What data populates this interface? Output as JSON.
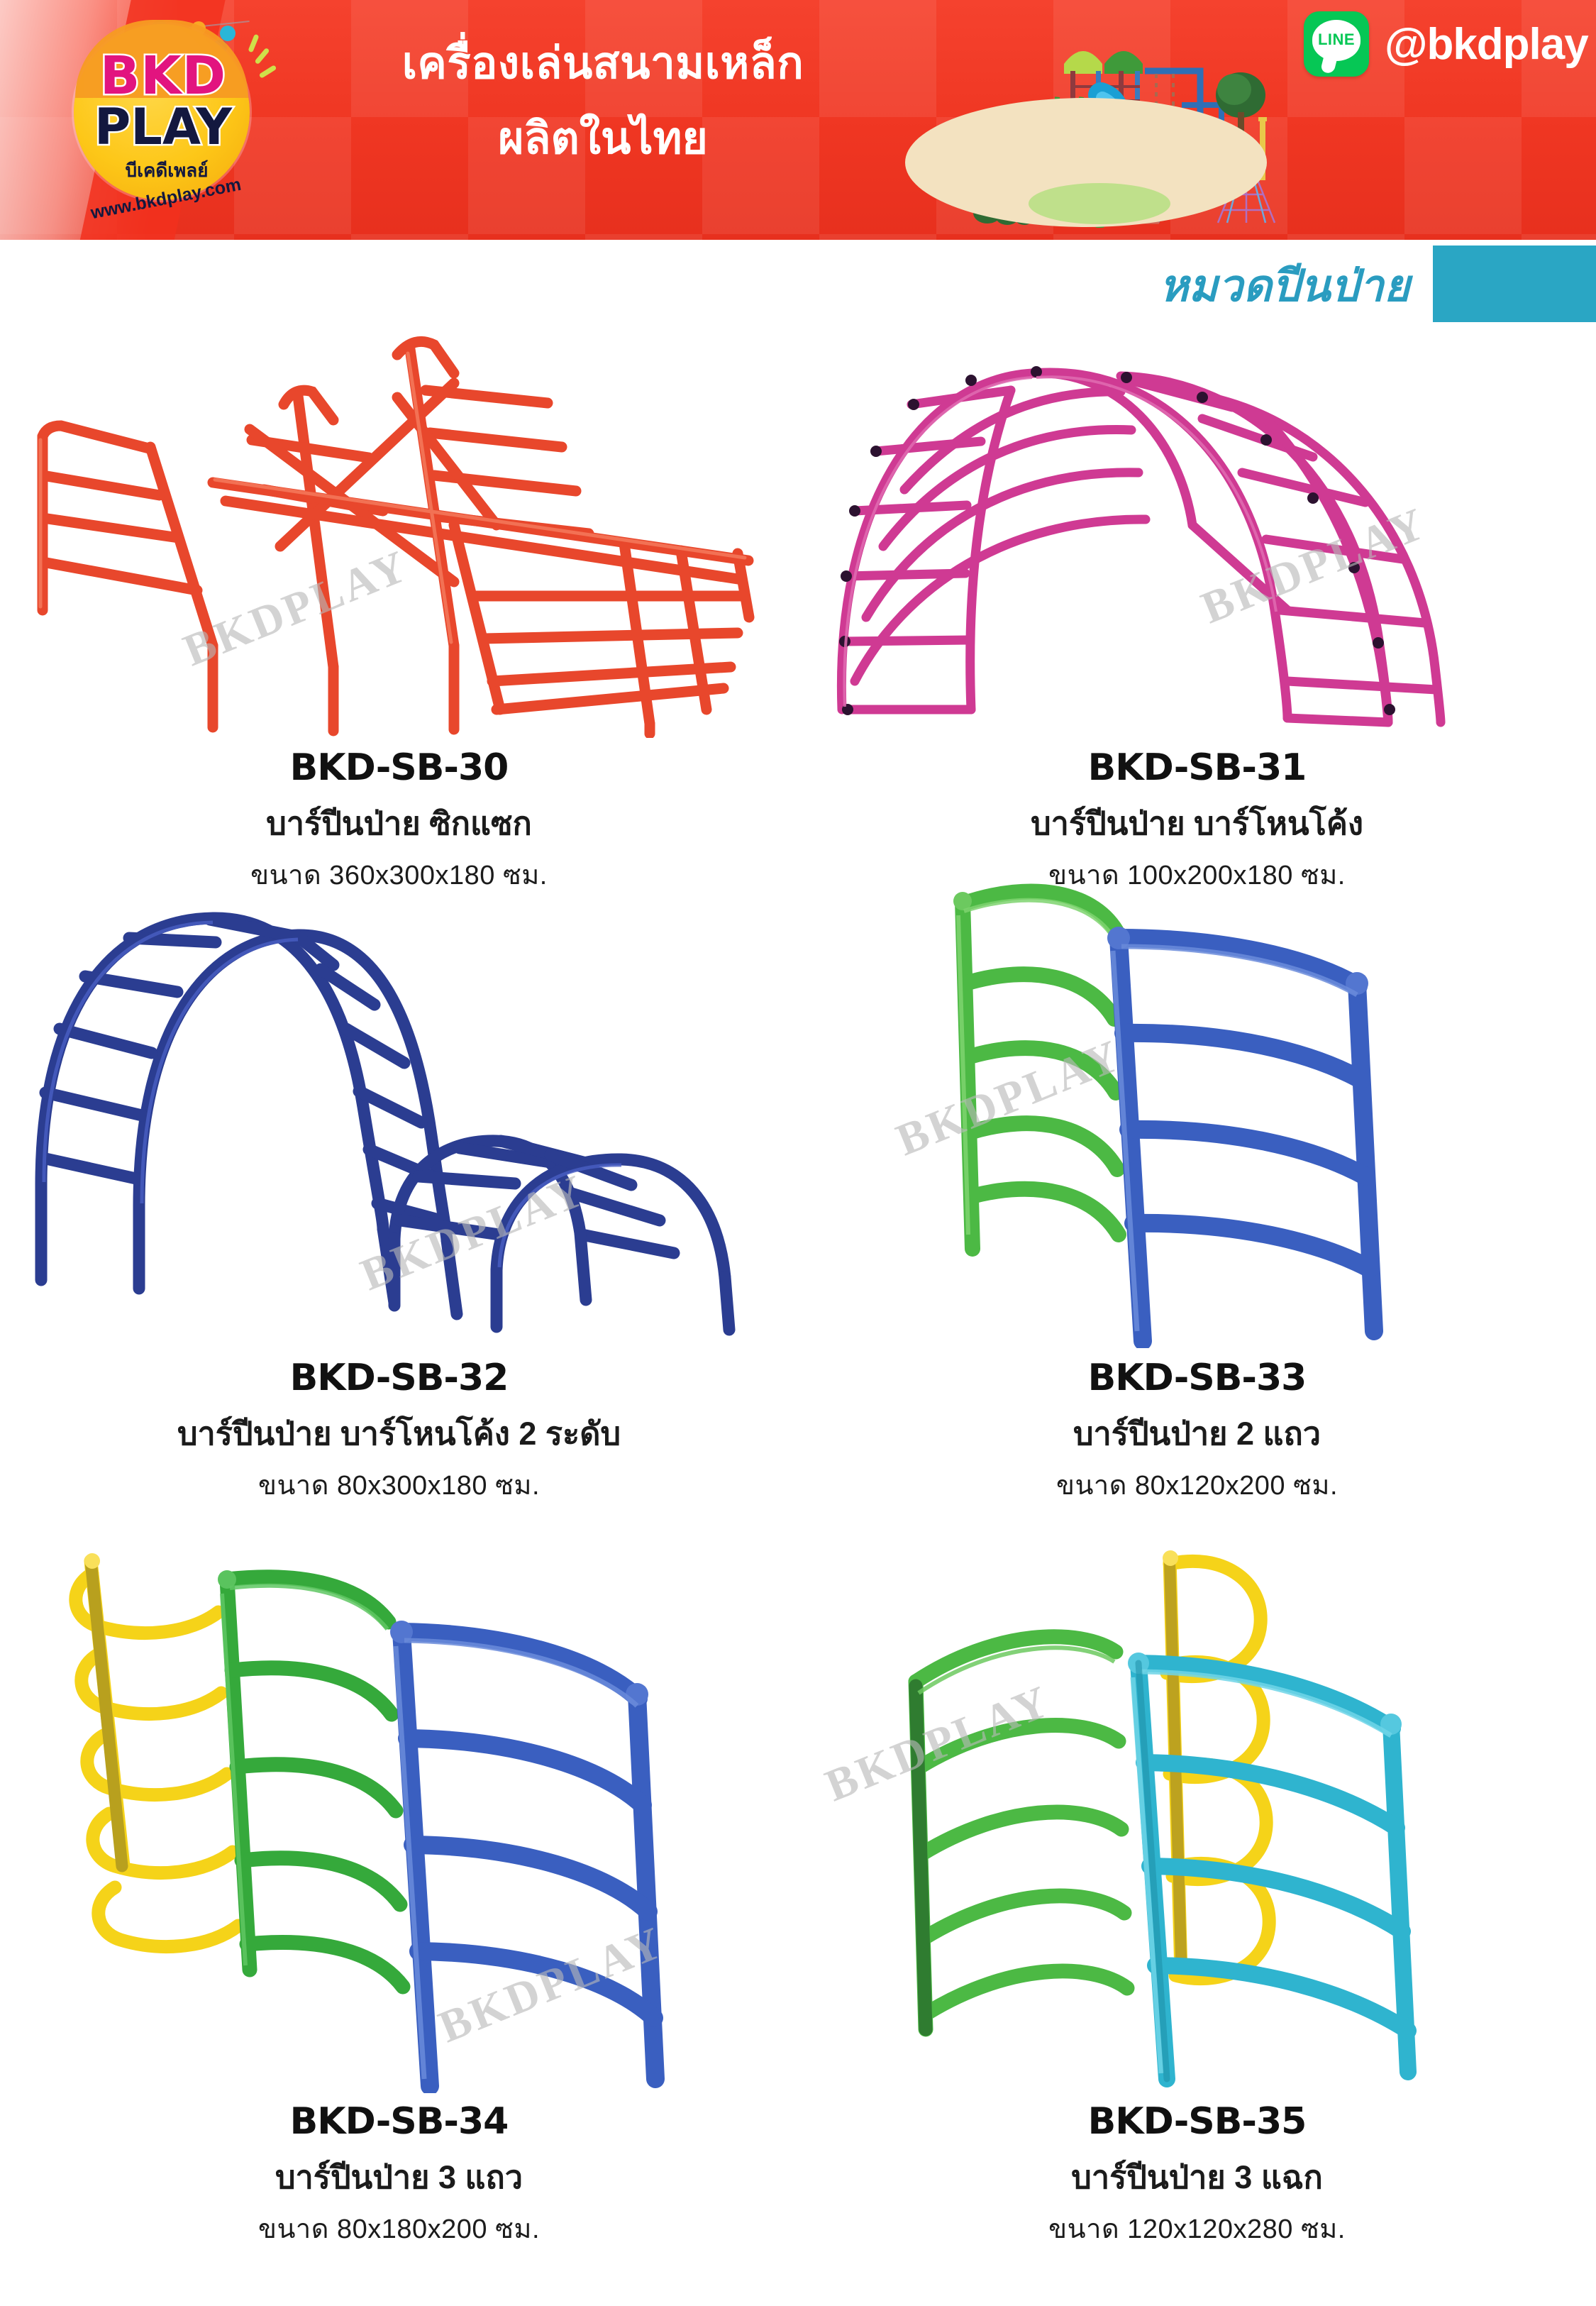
{
  "header": {
    "logo": {
      "brand_top": "BKD",
      "brand_bottom": "PLAY",
      "brand_thai": "บีเคดีเพลย์",
      "website": "www.bkdplay.com"
    },
    "headline_line1": "เครื่องเล่นสนามเหล็ก",
    "headline_line2": "ผลิตในไทย",
    "line_badge": {
      "icon_label": "LINE",
      "account": "@bkdplay"
    },
    "colors": {
      "banner_red": "#ef3622",
      "line_green": "#06c755",
      "logo_yellow": "#fdc718",
      "logo_magenta": "#e2147f",
      "logo_navy": "#13183f"
    }
  },
  "category": {
    "label": "หมวดปีนป่าย",
    "accent_color": "#2aa6c4",
    "text_color": "#2a9cc0"
  },
  "watermark": {
    "text": "BKDPLAY"
  },
  "products": [
    {
      "code": "BKD-SB-30",
      "name": "บาร์ปีนป่าย ซิกแซก",
      "dimension": "ขนาด 360x300x180 ซม.",
      "colors": [
        "#e8472c",
        "#f05a38"
      ]
    },
    {
      "code": "BKD-SB-31",
      "name": "บาร์ปีนป่าย บาร์โหนโค้ง",
      "dimension": "ขนาด 100x200x180 ซม.",
      "colors": [
        "#cf3a93",
        "#d94fa5"
      ]
    },
    {
      "code": "BKD-SB-32",
      "name": "บาร์ปีนป่าย บาร์โหนโค้ง 2 ระดับ",
      "dimension": "ขนาด 80x300x180 ซม.",
      "colors": [
        "#2b3d91",
        "#3c52b5"
      ]
    },
    {
      "code": "BKD-SB-33",
      "name": "บาร์ปีนป่าย 2 แถว",
      "dimension": "ขนาด 80x120x200 ซม.",
      "colors": [
        "#4cb944",
        "#3a5fc0"
      ]
    },
    {
      "code": "BKD-SB-34",
      "name": "บาร์ปีนป่าย 3 แถว",
      "dimension": "ขนาด 80x180x200 ซม.",
      "colors": [
        "#f5d319",
        "#35a93b",
        "#3a5fc0"
      ]
    },
    {
      "code": "BKD-SB-35",
      "name": "บาร์ปีนป่าย 3 แฉก",
      "dimension": "ขนาด 120x120x280 ซม.",
      "colors": [
        "#4cb944",
        "#f5d319",
        "#2fb4cf"
      ]
    }
  ]
}
